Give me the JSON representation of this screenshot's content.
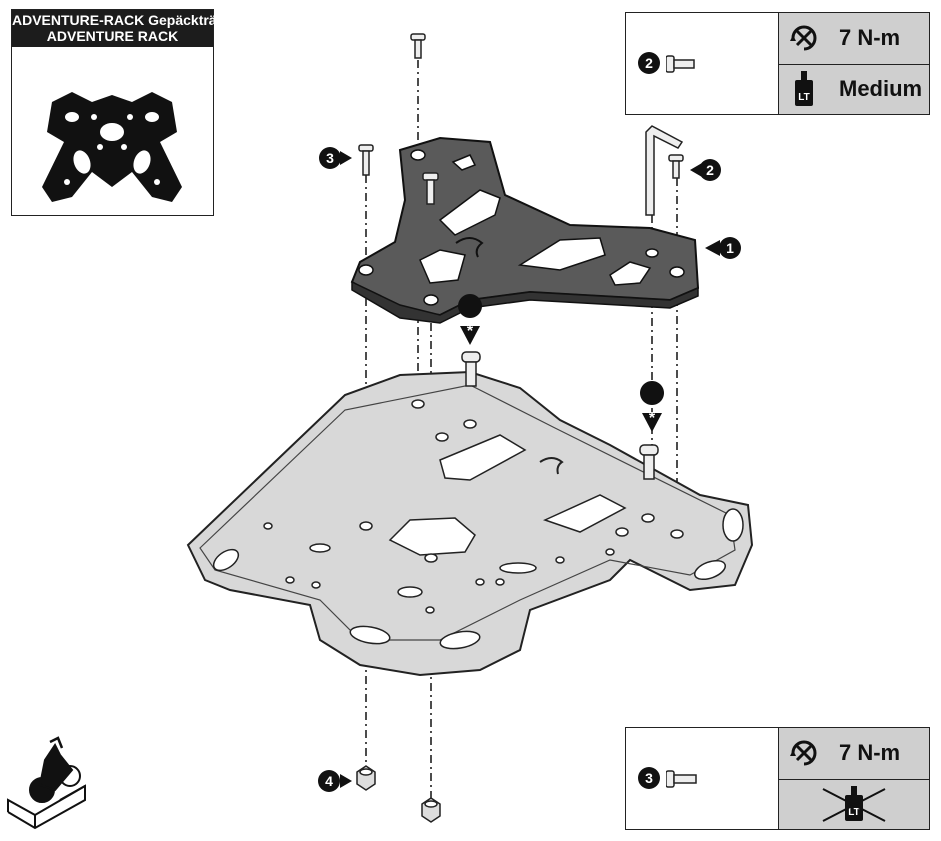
{
  "reference": {
    "line1": "ADVENTURE-RACK Gepäckträger",
    "line2": "ADVENTURE RACK"
  },
  "spec_top": {
    "part_number": "2",
    "torque": "7 N-m",
    "threadlock": "Medium",
    "threadlock_icon_label": "LT"
  },
  "spec_bottom": {
    "part_number": "3",
    "torque": "7 N-m",
    "threadlock_icon_label": "LT"
  },
  "callouts": {
    "plate": "1",
    "screw_right": "2",
    "screw_left": "3",
    "nut": "4",
    "asterisk_1": "*",
    "asterisk_2": "*"
  },
  "colors": {
    "plate_dark": "#555555",
    "rack_light": "#d8d8d8",
    "table_grey": "#cfcfcf",
    "badge": "#111111"
  },
  "icons": [
    "torque-wrench-icon",
    "threadlock-bottle-icon",
    "no-threadlock-icon",
    "motorcycle-icon",
    "allen-key-icon"
  ]
}
